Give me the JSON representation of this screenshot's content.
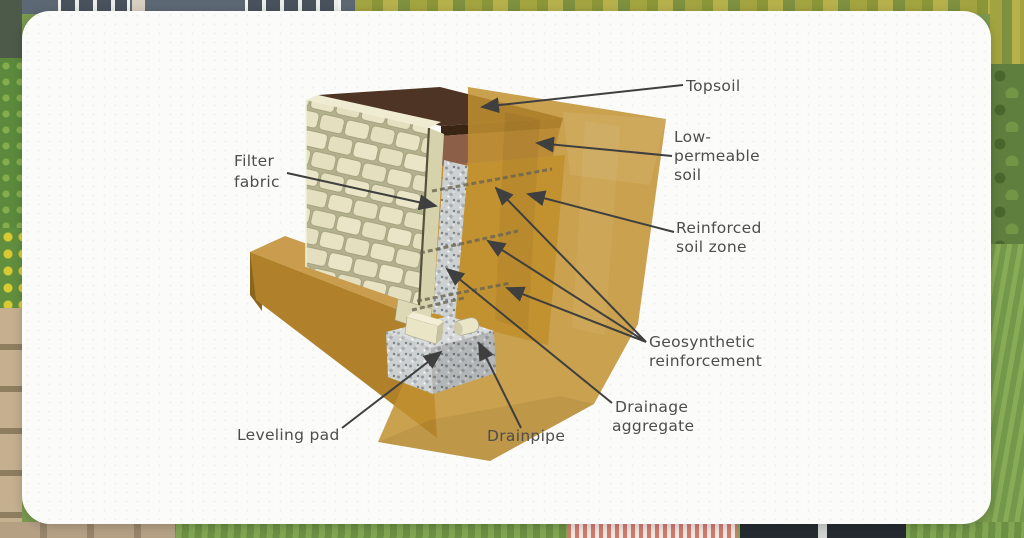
{
  "diagram": {
    "title": "retaining-wall-cross-section",
    "labels": {
      "topsoil": "Topsoil",
      "low_permeable": [
        "Low-",
        "permeable",
        "soil"
      ],
      "reinforced": [
        "Reinforced",
        "soil zone"
      ],
      "geosynthetic": [
        "Geosynthetic",
        "reinforcement"
      ],
      "drainage": [
        "Drainage",
        "aggregate"
      ],
      "drainpipe": "Drainpipe",
      "leveling_pad": "Leveling pad",
      "filter_fabric": [
        "Filter",
        "fabric"
      ]
    },
    "colors": {
      "soil_gold": "#c19030",
      "soil_cut": "#c59231",
      "soil_gold_light": "#c99d4d",
      "soil_gold_front": "#b0812a",
      "soil_gold_dark": "#8a661c",
      "topsoil_brown": "#4e3424",
      "topsoil_edge": "#3a2515",
      "low_permeable_soil": "#9a6c52",
      "low_permeable_dark": "#7f5640",
      "block_cream": "#e7e3c3",
      "block_cap": "#efecd2",
      "block_cut_face": "#d6d2ac",
      "gravel_gray": "#ccd0d0",
      "geogrid_line": "#6b6552",
      "leader_line": "#3f3f3f",
      "label_text": "#4d4d4d",
      "card_bg": "#fbfbf9"
    }
  },
  "background": {
    "colors": {
      "grass_green": "#74984a",
      "hedge_green": "#5f7f3e",
      "foliage_yellow_green": "#a3a440",
      "house_siding": "#5c6873",
      "stone_tan": "#c4af8e",
      "boot_black": "#262b31",
      "fabric_pink": "#cf7b70"
    }
  }
}
